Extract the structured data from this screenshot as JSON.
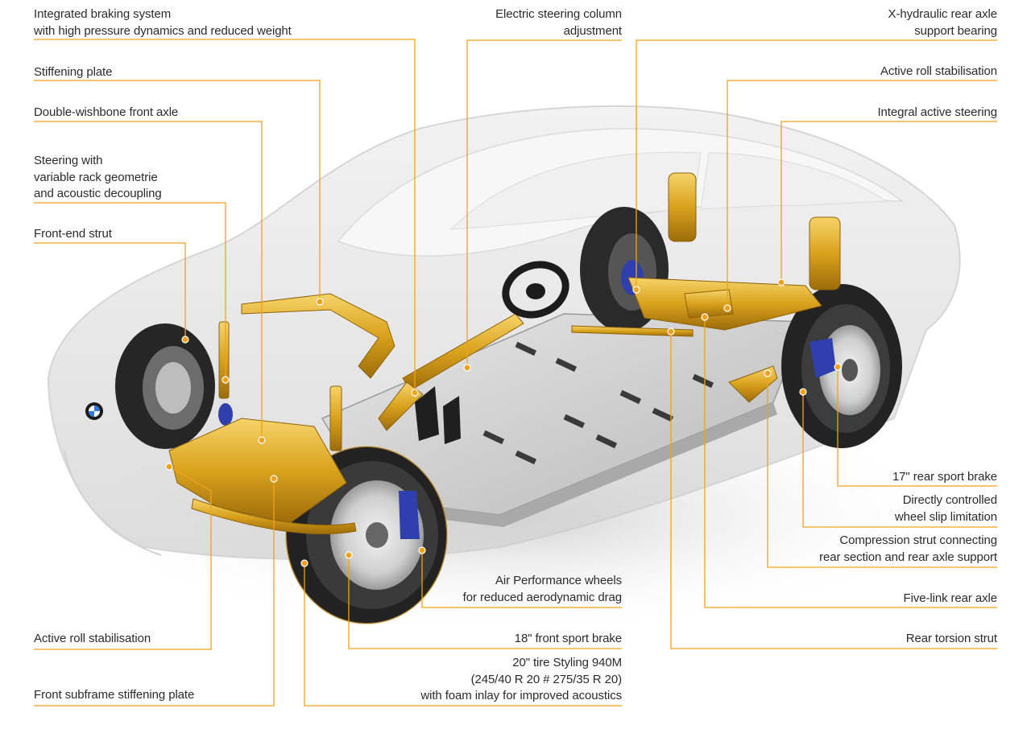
{
  "colors": {
    "leader": "#f0a21a",
    "gold": "#d9a21c",
    "gold_light": "#f2cc55",
    "gold_dark": "#a8760c",
    "brake_blue": "#2f3fae",
    "body_ghost": "#d8d8d8",
    "tire": "#2a2a2a",
    "floor": "#d4d4d4",
    "text": "#2b2b2b"
  },
  "labels": {
    "integrated_braking": "Integrated braking system\nwith high pressure dynamics and reduced weight",
    "stiffening_plate": "Stiffening plate",
    "double_wishbone": "Double-wishbone front axle",
    "steering_rack": "Steering with\nvariable rack geometrie\nand acoustic decoupling",
    "front_end_strut": "Front-end strut",
    "active_roll_front": "Active roll stabilisation",
    "front_subframe": "Front subframe stiffening plate",
    "electric_steering": "Electric steering column\nadjustment",
    "air_performance": "Air Performance wheels\nfor reduced aerodynamic drag",
    "front_brake": "18\" front sport brake",
    "tire_styling": "20\" tire Styling 940M\n(245/40 R 20 # 275/35 R 20)\nwith foam inlay for improved acoustics",
    "x_hydraulic": "X-hydraulic rear axle\nsupport bearing",
    "active_roll_rear": "Active roll stabilisation",
    "integral_steering": "Integral active steering",
    "rear_brake": "17\" rear sport brake",
    "wheel_slip": "Directly controlled\nwheel slip limitation",
    "compression_strut": "Compression strut connecting\nrear section and rear axle support",
    "five_link": "Five-link rear axle",
    "rear_torsion": "Rear torsion strut"
  }
}
